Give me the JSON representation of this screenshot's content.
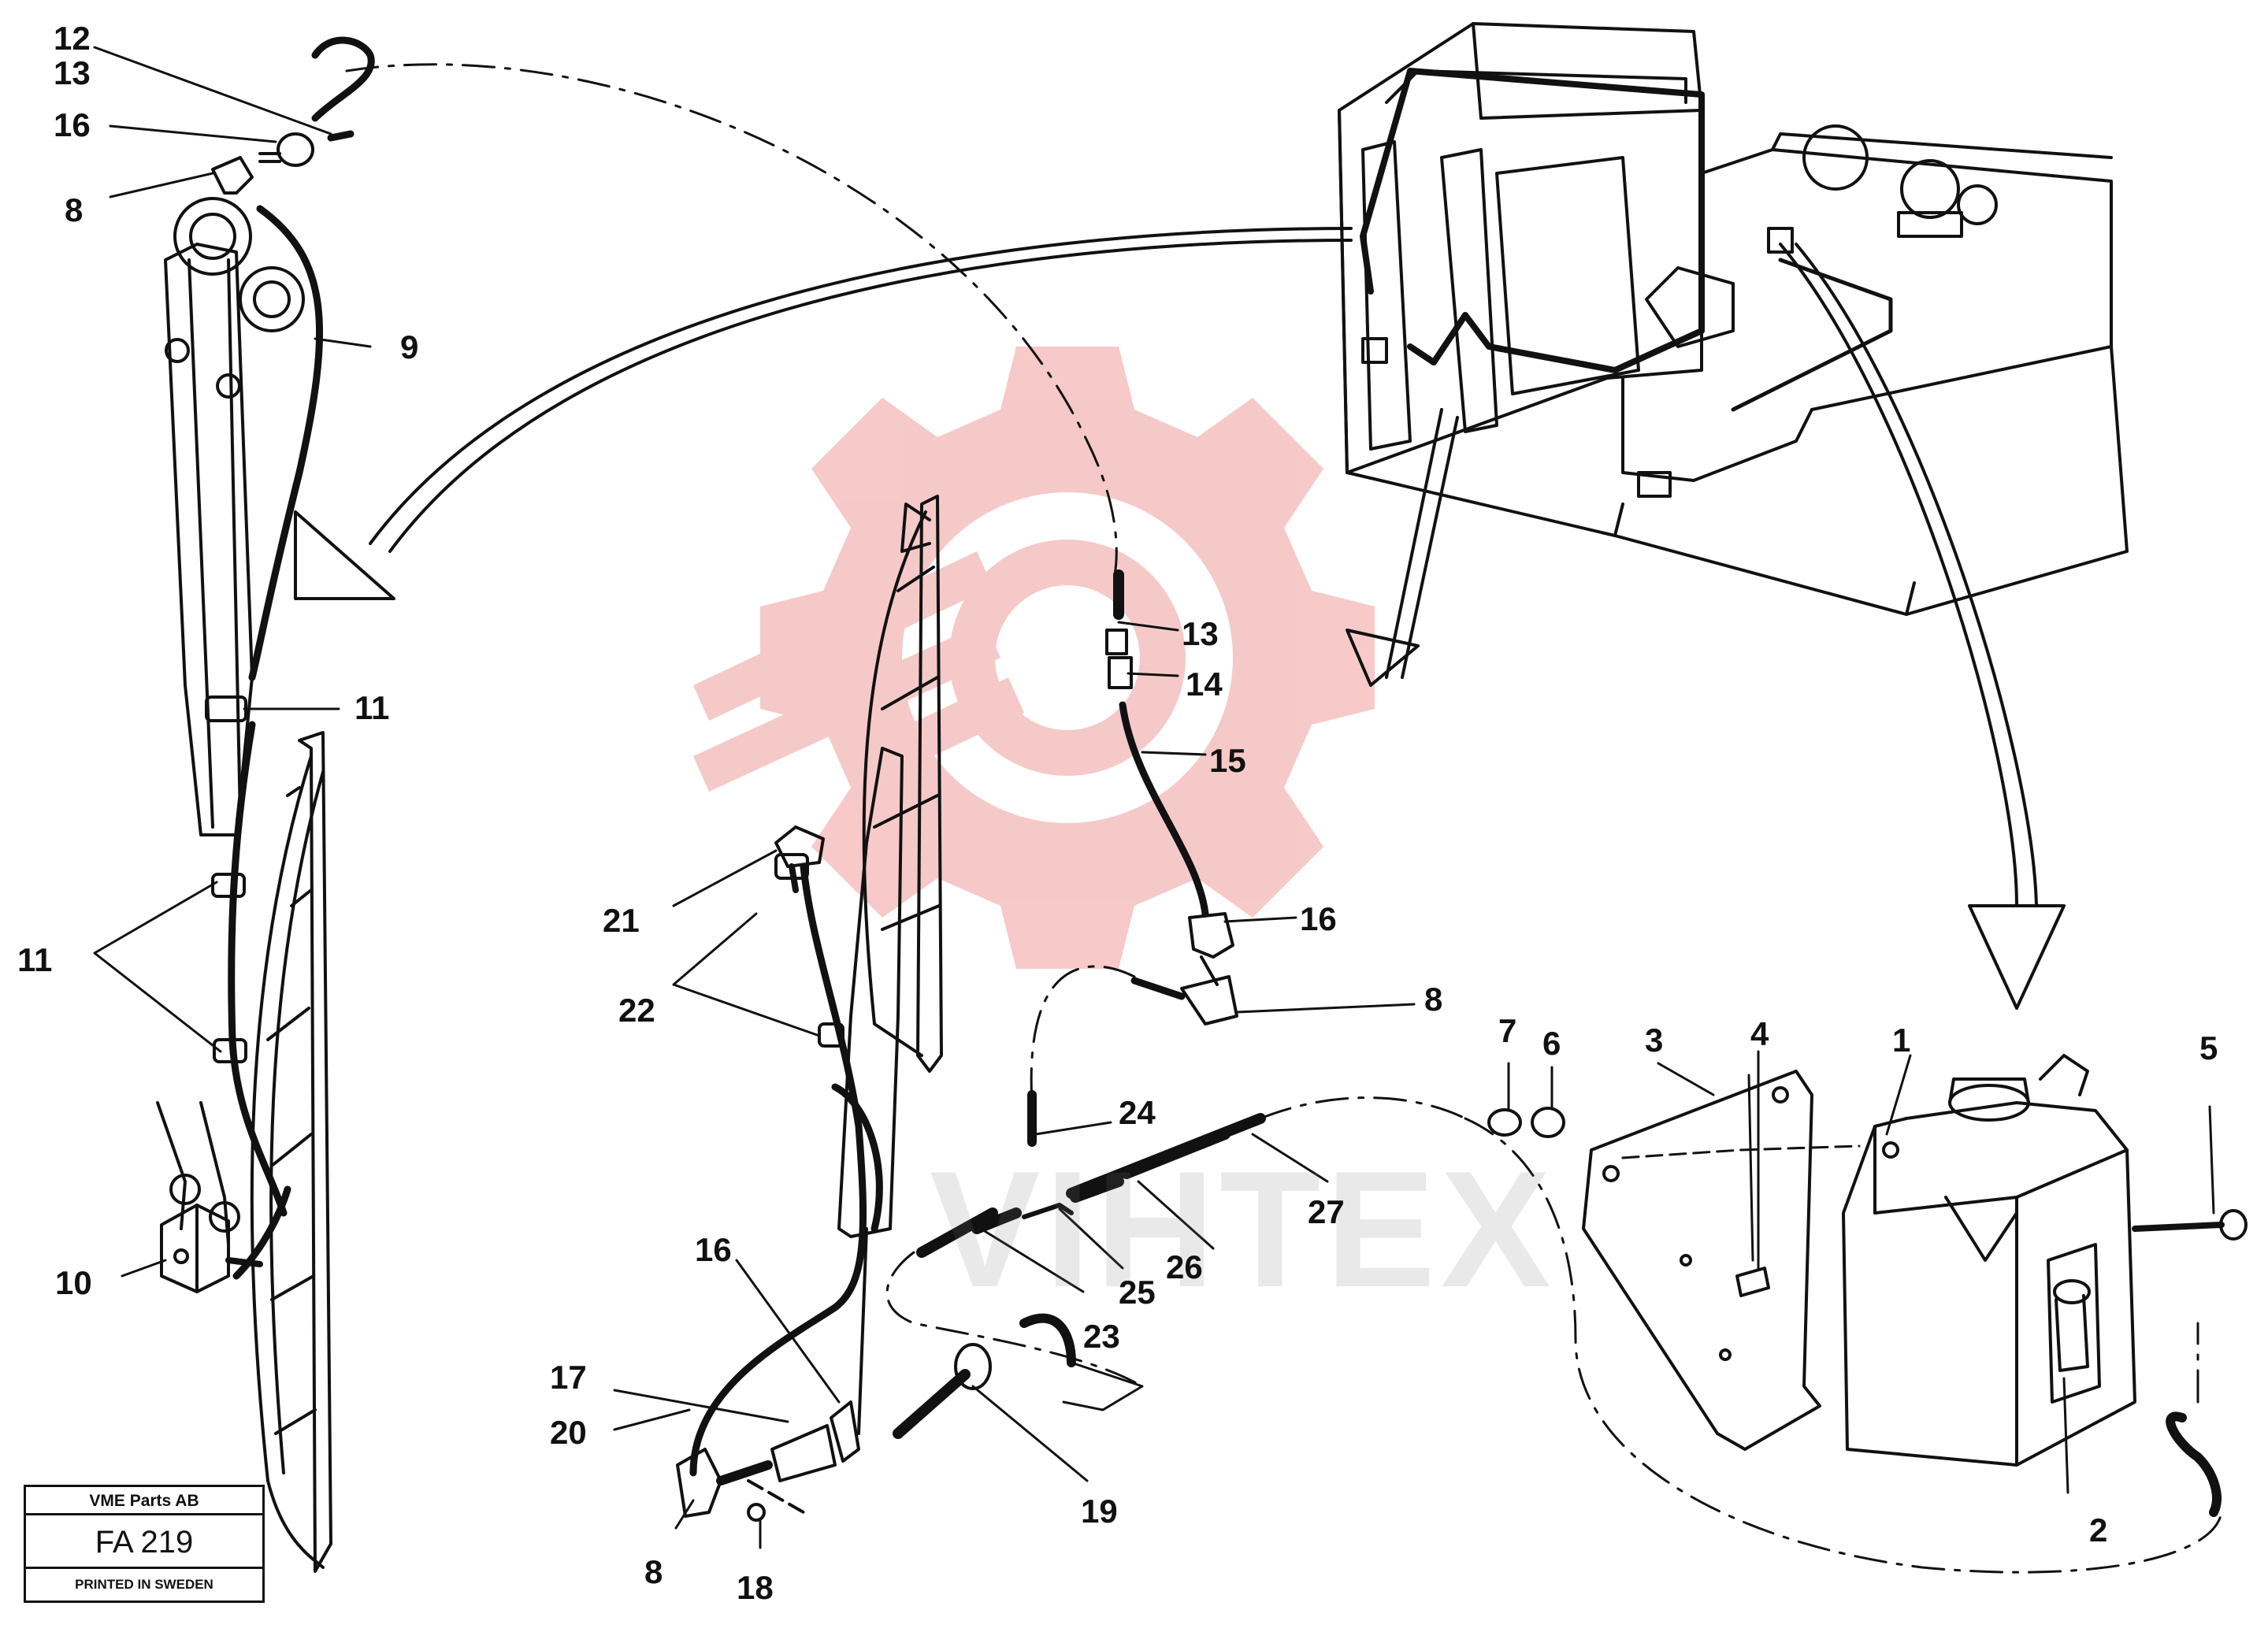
{
  "diagram": {
    "callouts": {
      "c12": "12",
      "c13_top": "13",
      "c16_top": "16",
      "c8_top": "8",
      "c9": "9",
      "c11_a": "11",
      "c11_b": "11",
      "c10": "10",
      "c13_mid": "13",
      "c14": "14",
      "c15": "15",
      "c16_mid": "16",
      "c8_mid": "8",
      "c21": "21",
      "c22": "22",
      "c24": "24",
      "c27": "27",
      "c26": "26",
      "c25": "25",
      "c23": "23",
      "c16_low": "16",
      "c17": "17",
      "c20": "20",
      "c19": "19",
      "c8_low": "8",
      "c18": "18",
      "c7": "7",
      "c6": "6",
      "c3": "3",
      "c4": "4",
      "c1": "1",
      "c5": "5",
      "c2": "2"
    },
    "title_block": {
      "company": "VME Parts AB",
      "code": "FA 219",
      "printed": "PRINTED IN SWEDEN"
    },
    "watermark_text": "VIHTEX",
    "colors": {
      "line": "#111111",
      "logo": "#f3b3b3"
    }
  }
}
